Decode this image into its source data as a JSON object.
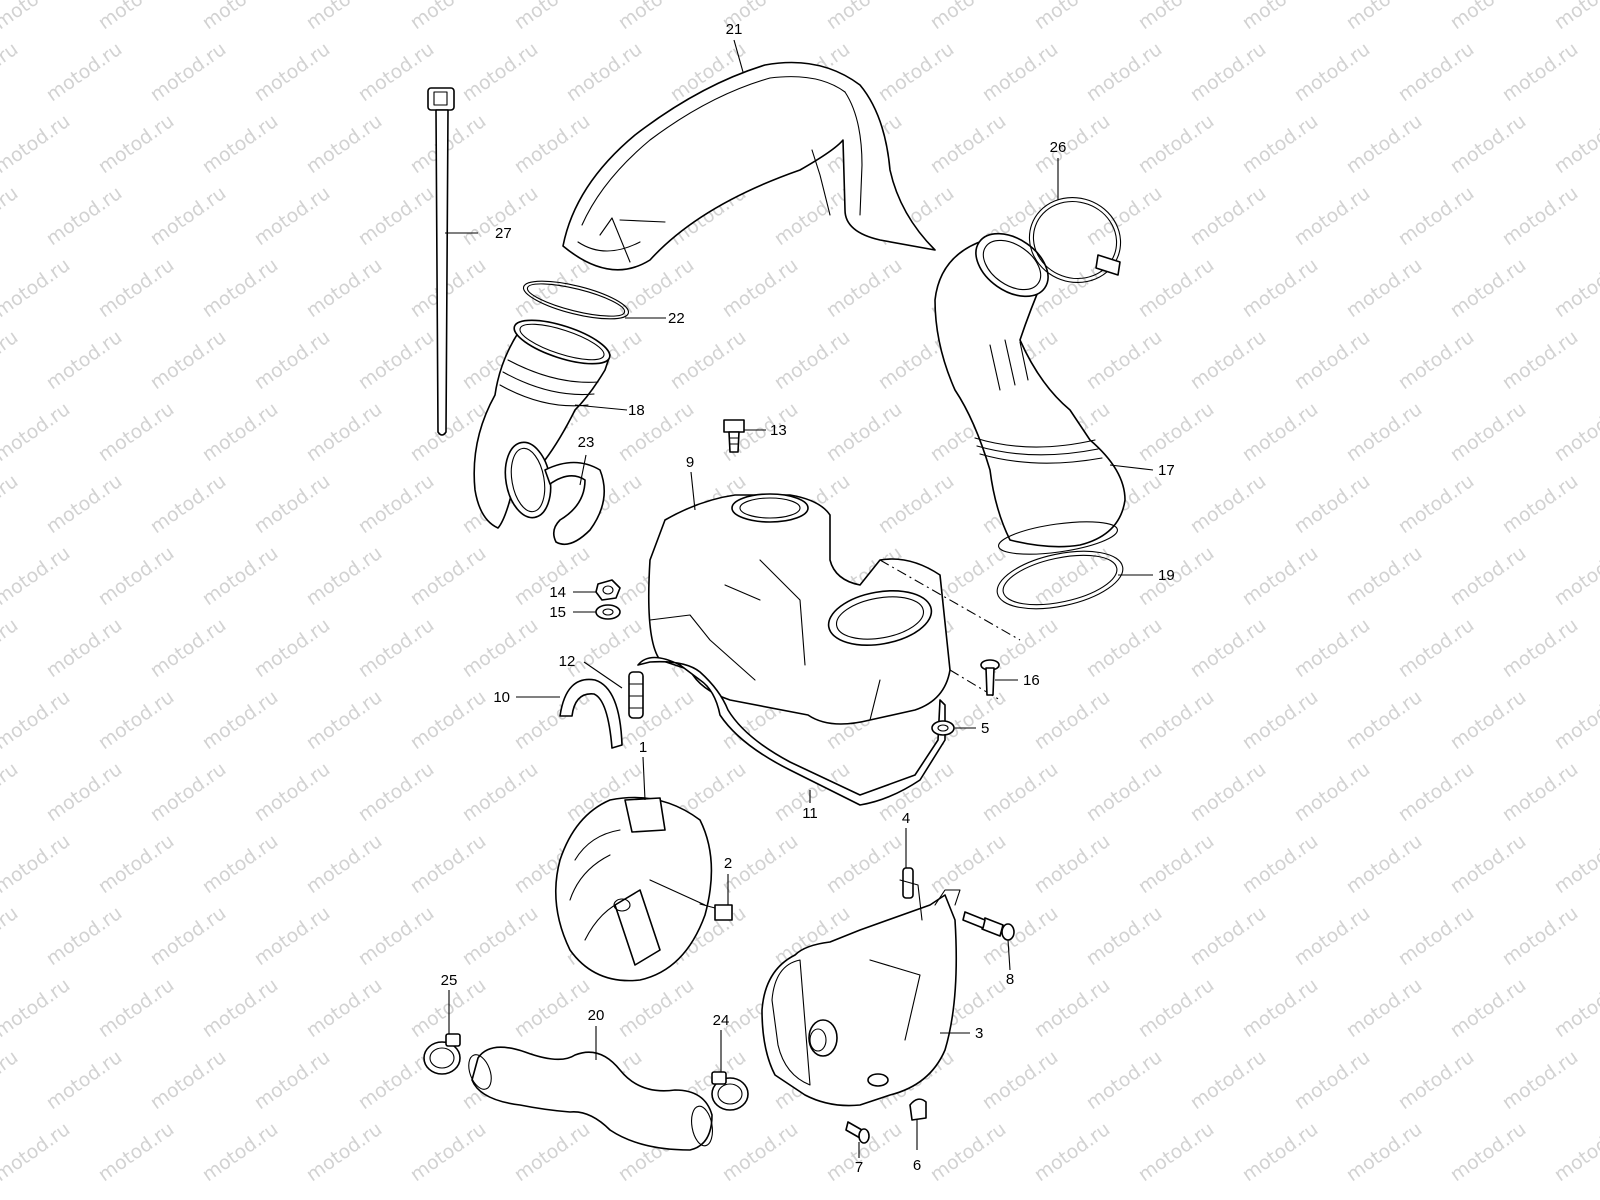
{
  "watermark": {
    "text": "motod.ru",
    "color": "#d2d2d2"
  },
  "colors": {
    "line": "#000000",
    "background": "#ffffff"
  },
  "callouts": [
    {
      "id": "1",
      "text": "1"
    },
    {
      "id": "2",
      "text": "2"
    },
    {
      "id": "3",
      "text": "3"
    },
    {
      "id": "4",
      "text": "4"
    },
    {
      "id": "5",
      "text": "5"
    },
    {
      "id": "6",
      "text": "6"
    },
    {
      "id": "7",
      "text": "7"
    },
    {
      "id": "8",
      "text": "8"
    },
    {
      "id": "9",
      "text": "9"
    },
    {
      "id": "10",
      "text": "10"
    },
    {
      "id": "11",
      "text": "11"
    },
    {
      "id": "12",
      "text": "12"
    },
    {
      "id": "13",
      "text": "13"
    },
    {
      "id": "14",
      "text": "14"
    },
    {
      "id": "15",
      "text": "15"
    },
    {
      "id": "16",
      "text": "16"
    },
    {
      "id": "17",
      "text": "17"
    },
    {
      "id": "18",
      "text": "18"
    },
    {
      "id": "19",
      "text": "19"
    },
    {
      "id": "20",
      "text": "20"
    },
    {
      "id": "21",
      "text": "21"
    },
    {
      "id": "22",
      "text": "22"
    },
    {
      "id": "23",
      "text": "23"
    },
    {
      "id": "24",
      "text": "24"
    },
    {
      "id": "25",
      "text": "25"
    },
    {
      "id": "26",
      "text": "26"
    },
    {
      "id": "27",
      "text": "27"
    }
  ]
}
